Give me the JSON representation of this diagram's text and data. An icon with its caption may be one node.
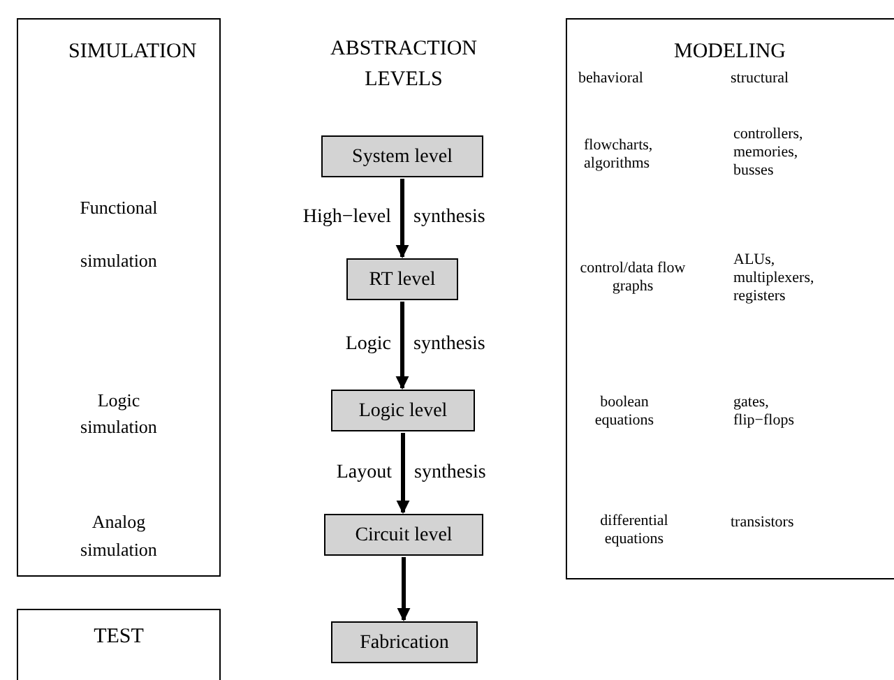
{
  "diagram": {
    "nodes": [
      {
        "text": [
          "SIMULATION",
          "Functional simulation",
          "Logic simulation",
          "Analog simulation"
        ]
      },
      {
        "text": [
          "TEST"
        ]
      },
      {
        "text": [
          "MODELING"
        ]
      },
      {
        "text": [
          "System level"
        ]
      },
      {
        "text": [
          "RT level"
        ]
      },
      {
        "text": [
          "Logic level"
        ]
      },
      {
        "text": [
          "Circuit level"
        ]
      },
      {
        "text": [
          "Fabrication"
        ]
      }
    ],
    "edges": [
      {
        "from": 3,
        "to": 4,
        "arrow": "to",
        "label": "High−level synthesis"
      },
      {
        "from": 4,
        "to": 5,
        "arrow": "to",
        "label": "Logic synthesis"
      },
      {
        "from": 5,
        "to": 6,
        "arrow": "to",
        "label": "Layout synthesis"
      },
      {
        "from": 6,
        "to": 7,
        "arrow": "to"
      }
    ],
    "labels": [
      "ABSTRACTION LEVELS",
      "behavioral",
      "structural",
      "flowcharts, algorithms",
      "controllers, memories, busses",
      "control/data flow graphs",
      "ALUs, multiplexers, registers",
      "boolean equations",
      "gates, flip−flops",
      "differential equations",
      "transistors"
    ]
  }
}
